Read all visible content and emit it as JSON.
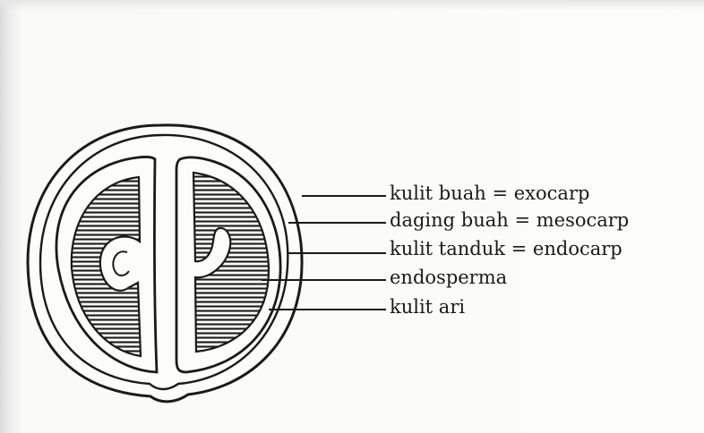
{
  "labels": {
    "exocarp": "kulit buah = exocarp",
    "mesocarp": "daging buah = mesocarp",
    "endocarp": "kulit tanduk = endocarp",
    "endosperm": "endosperma",
    "seed_skin": "kulit ari"
  },
  "colors": {
    "ink": "#1a1a1a",
    "paper": "#fcfcfa"
  }
}
